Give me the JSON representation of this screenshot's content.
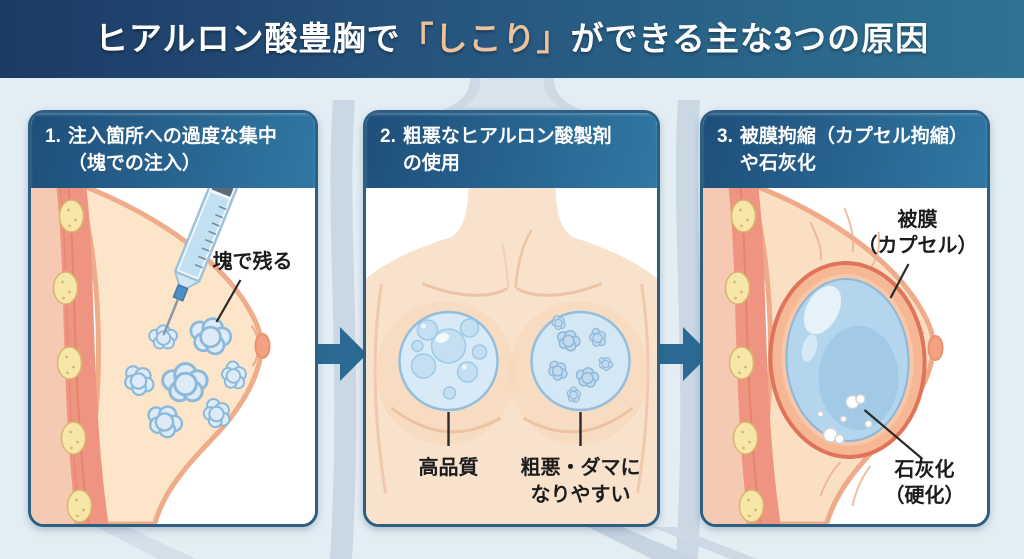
{
  "title": {
    "prefix": "ヒアルロン酸豊胸で",
    "highlight": "「しこり」",
    "suffix": "ができる主な3つの原因"
  },
  "panels": [
    {
      "number": "1.",
      "heading_line1": "注入箇所への過度な集中",
      "heading_line2": "（塊での注入）",
      "labels": {
        "lump": "塊で残る"
      }
    },
    {
      "number": "2.",
      "heading_line1": "粗悪なヒアルロン酸製剤",
      "heading_line2": "の使用",
      "labels": {
        "left_breast": "高品質",
        "right_breast_line1": "粗悪・ダマに",
        "right_breast_line2": "なりやすい"
      }
    },
    {
      "number": "3.",
      "heading_line1": "被膜拘縮（カプセル拘縮）",
      "heading_line2": "や石灰化",
      "labels": {
        "capsule_line1": "被膜",
        "capsule_line2": "（カプセル）",
        "calcification_line1": "石灰化",
        "calcification_line2": "（硬化）"
      }
    }
  ],
  "colors": {
    "title_bar_gradient_left": "#1c3a64",
    "title_bar_gradient_right": "#2e7392",
    "title_highlight": "#ecc29c",
    "header_gradient_left": "#1f4e7a",
    "header_gradient_right": "#3078a4",
    "panel_border": "#2d5f80",
    "page_background": "#e3eef4",
    "silhouette": "#c9d8e4",
    "arrow": "#2b6b93",
    "skin": "#f9e2cb",
    "breast_tissue": "#fce5c9",
    "muscle": "#ee9480",
    "fat_lobule": "#f6e7a8",
    "filler_blue": "#d6e9f6",
    "capsule_orange": "#f6b795",
    "calcification": "#ffffff"
  }
}
